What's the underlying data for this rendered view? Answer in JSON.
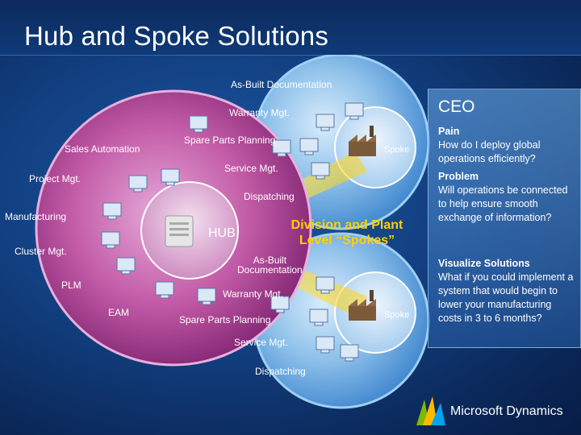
{
  "page": {
    "title": "Hub and Spoke Solutions"
  },
  "hub": {
    "label": "HUB",
    "items": [
      "Sales Automation",
      "Project Mgt.",
      "Manufacturing",
      "Cluster Mgt.",
      "PLM",
      "EAM"
    ]
  },
  "spoke_top": {
    "label": "Spoke",
    "items": [
      "As-Built Documentation",
      "Warranty Mgt.",
      "Spare Parts Planning",
      "Service Mgt.",
      "Dispatching"
    ]
  },
  "spoke_bottom": {
    "label": "Spoke",
    "items": [
      "As-Built\nDocumentation",
      "Warranty Mgt.",
      "Spare Parts Planning",
      "Service Mgt.",
      "Dispatching"
    ]
  },
  "callout": "Division and Plant\nLevel “Spokes”",
  "sidebar": {
    "title": "CEO",
    "sections": [
      {
        "heading": "Pain",
        "body": "How do I deploy global operations efficiently?"
      },
      {
        "heading": "Problem",
        "body": "Will operations be connected to help ensure smooth exchange of information?"
      },
      {
        "heading": "Visualize Solutions",
        "body": "What if you could implement a system that would begin to lower your manufacturing costs in 3 to 6 months?"
      }
    ]
  },
  "logo": {
    "text": "Microsoft Dynamics"
  },
  "colors": {
    "hub": "#b03c8c",
    "spoke": "#3f86cf",
    "callout": "#ffd000"
  }
}
